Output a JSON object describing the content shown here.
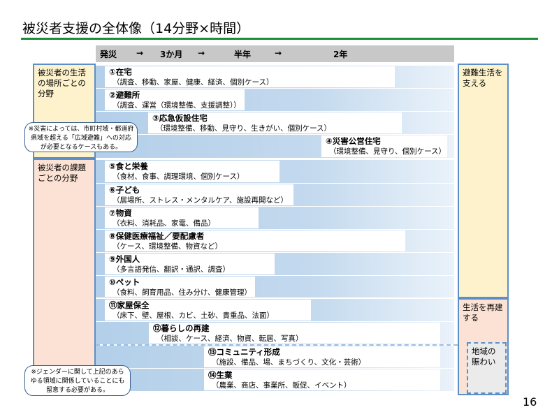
{
  "title": "被災者支援の全体像（14分野×時間）",
  "timeline": [
    "発災",
    "→",
    "3か月",
    "→",
    "半年",
    "→",
    "2年"
  ],
  "left_groups": [
    "被災者の生活の場所ごとの分野",
    "被災者の課題ごとの分野"
  ],
  "right_groups": [
    "避難生活を支える",
    "生活を再建する",
    "地域の賑わい"
  ],
  "rows": [
    {
      "title": "①在宅",
      "desc": "（調査、移動、家屋、健康、経済、個別ケース）"
    },
    {
      "title": "②避難所",
      "desc": "（調査、運営（環境整備、支援調整））"
    },
    {
      "title": "③応急仮設住宅",
      "desc": "（環境整備、移動、見守り、生きがい、個別ケース）"
    },
    {
      "title": "④災害公営住宅",
      "desc": "（環境整備、見守り、個別ケース）"
    },
    {
      "title": "⑤食と栄養",
      "desc": "（食材、食事、調理環境、個別ケース）"
    },
    {
      "title": "⑥子ども",
      "desc": "（居場所、ストレス・メンタルケア、施設再開など）"
    },
    {
      "title": "⑦物資",
      "desc": "（衣料、消耗品、家電、備品）"
    },
    {
      "title": "⑧保健医療福祉／要配慮者",
      "desc": "（ケース、環境整備、物資など）"
    },
    {
      "title": "⑨外国人",
      "desc": "（多言語発信、翻訳・通訳、調査）"
    },
    {
      "title": "⑩ペット",
      "desc": "（食料、飼育用品、住み分け、健康管理）"
    },
    {
      "title": "⑪家屋保全",
      "desc": "（床下、壁、屋根、カビ、土砂、貴重品、法面）"
    },
    {
      "title": "⑫暮らしの再建",
      "desc": "（相談、ケース、経済、物資、転居、写真）"
    },
    {
      "title": "⑬コミュニティ形成",
      "desc": "（施設、備品、場、まちづくり、文化・芸術）"
    },
    {
      "title": "⑭生業",
      "desc": "（農業、商店、事業所、販促、イベント）"
    }
  ],
  "callouts": [
    "※災害によっては、市町村域・都道府県域を超える「広域避難」への対応が必要となるケースもある。",
    "※ジェンダーに関して上記のあらゆる領域に関係していることにも留意する必要がある。"
  ],
  "page_number": "16"
}
